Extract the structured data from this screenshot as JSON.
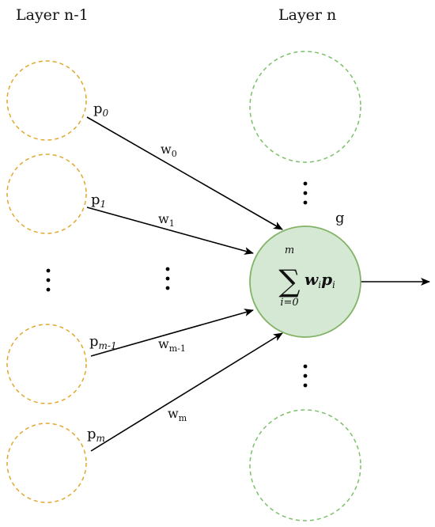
{
  "layers": {
    "prev_title": "Layer n-1",
    "next_title": "Layer n"
  },
  "inputs": [
    {
      "p_base": "p",
      "p_sub": "0",
      "w_base": "w",
      "w_sub": "0"
    },
    {
      "p_base": "p",
      "p_sub": "1",
      "w_base": "w",
      "w_sub": "1"
    },
    {
      "p_base": "p",
      "p_sub": "m-1",
      "w_base": "w",
      "w_sub": "m-1"
    },
    {
      "p_base": "p",
      "p_sub": "m",
      "w_base": "w",
      "w_sub": "m"
    }
  ],
  "neuron": {
    "activation_label": "g",
    "sum_upper": "m",
    "sum_lower": "i=0",
    "sum_symbol": "∑",
    "term_w": "w",
    "term_w_sub": "i",
    "term_p": "p",
    "term_p_sub": "i"
  },
  "colors": {
    "prev_layer_stroke": "#e0a830",
    "next_layer_stroke": "#7cc06a",
    "neuron_fill": "#d5e8d4",
    "neuron_stroke": "#82b366",
    "edge": "#000000"
  }
}
